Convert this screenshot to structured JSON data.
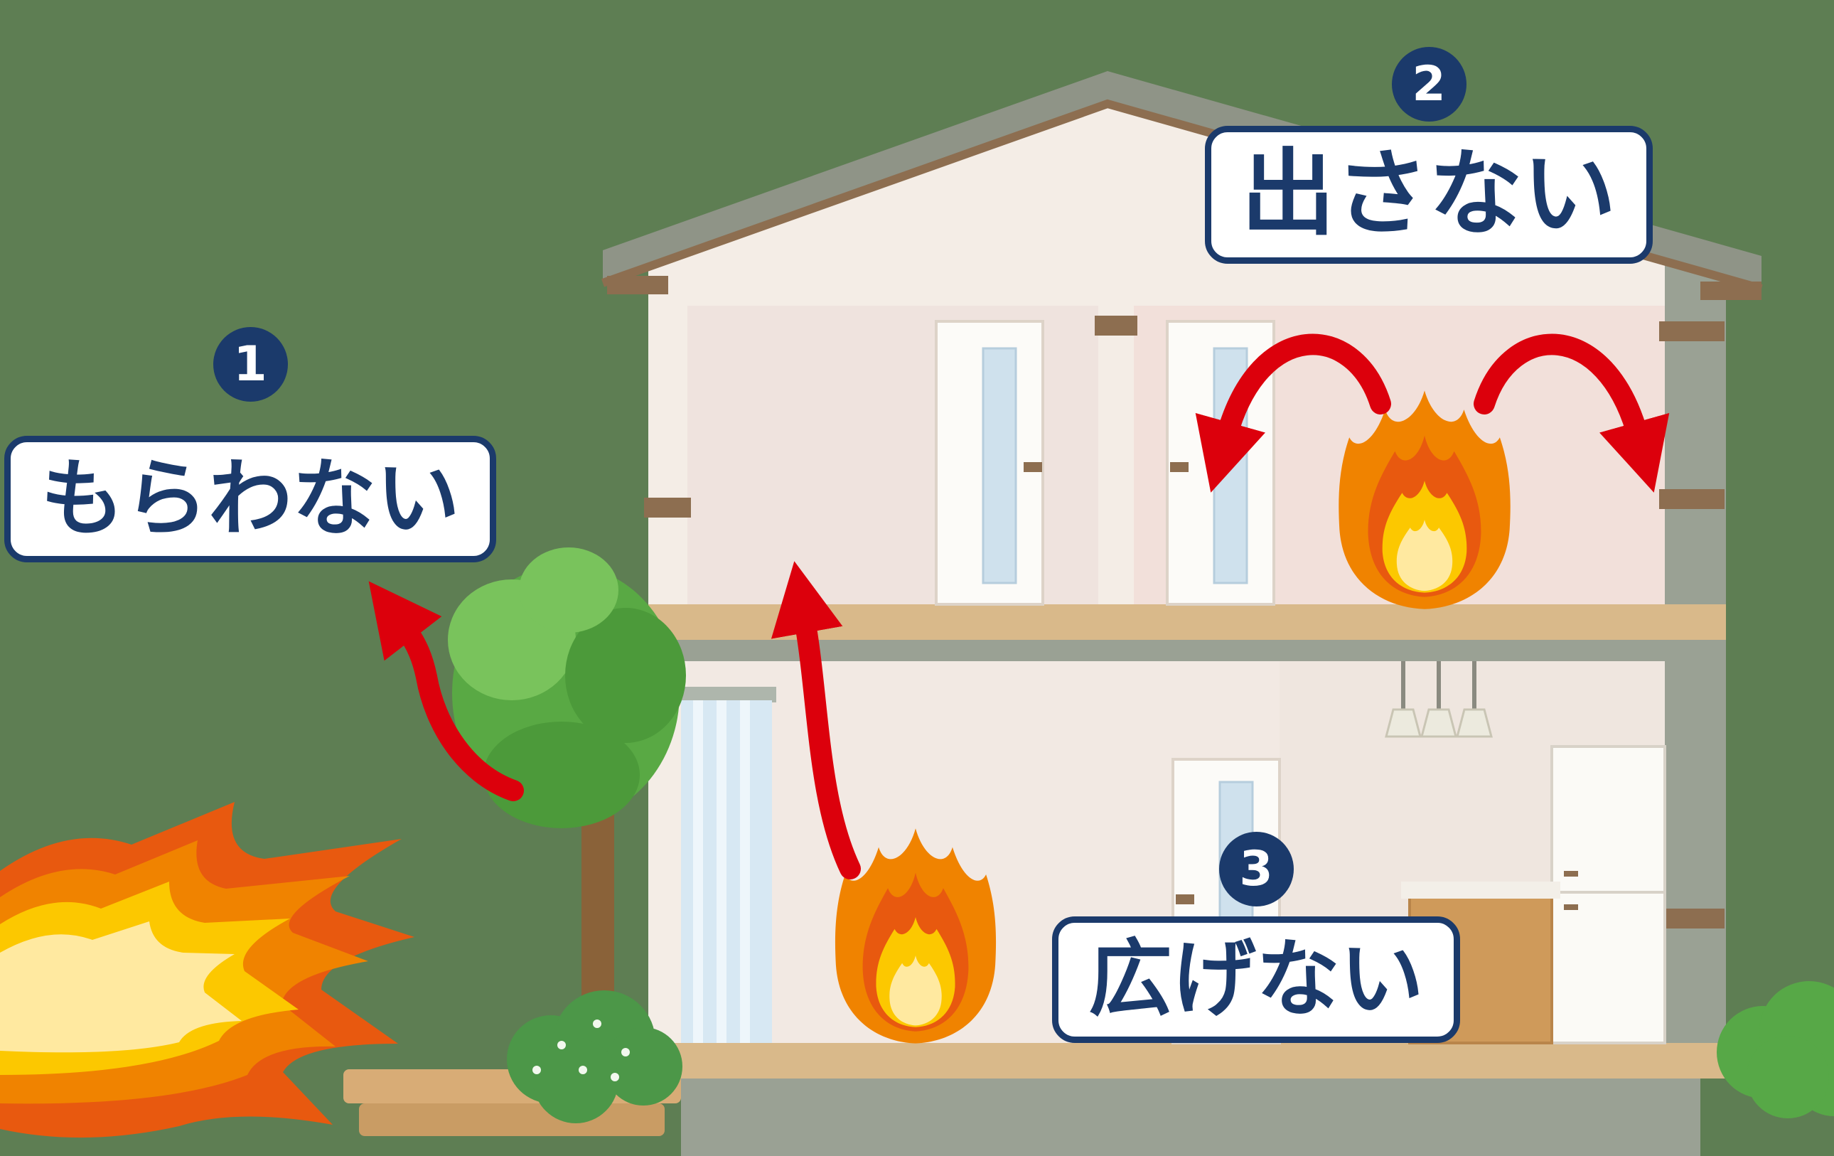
{
  "diagram": {
    "labels": [
      {
        "number": "1",
        "text": "もらわない"
      },
      {
        "number": "2",
        "text": "出さない"
      },
      {
        "number": "3",
        "text": "広げない"
      }
    ]
  },
  "colors": {
    "background": "#5e7e53",
    "navy": "#1b3a6b",
    "arrow_red": "#dc000c",
    "flame_outer": "#f08300",
    "flame_mid": "#e8590f",
    "flame_inner": "#fcc800",
    "flame_core": "#ffe9a0",
    "roof": "#8f9487",
    "wall_cream": "#f4ede6",
    "room_pink_left": "#efe3de",
    "room_pink_right": "#f2e0da",
    "interior": "#f2e9e3",
    "floor_tan": "#d9b98a",
    "structure_gray": "#9aa194",
    "wood_brown": "#8d6e50",
    "door_white": "#fcfbf8",
    "glass_blue": "#cfe1ed",
    "curtain_blue": "#d7e8f3",
    "tree_green": "#59a944",
    "tree_green_light": "#79c35c",
    "tree_green_dark": "#4c9a3a",
    "bush_green": "#4c9748",
    "trunk_brown": "#8a6239",
    "deck_tan": "#d8ac76"
  }
}
